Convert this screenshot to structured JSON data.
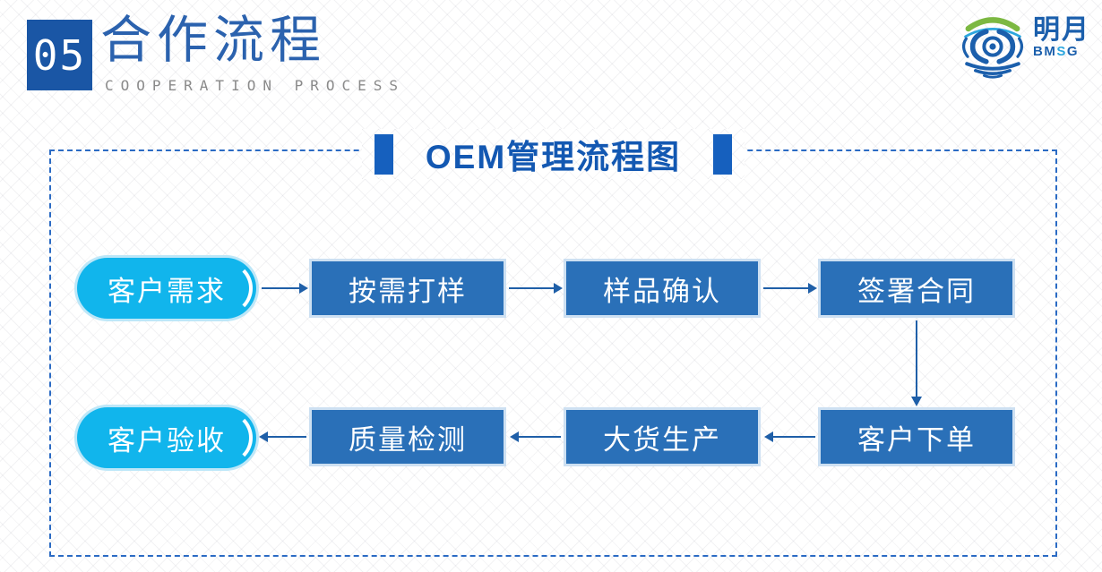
{
  "slide": {
    "section_number": "05",
    "section_title": "合作流程",
    "section_subtitle": "COOPERATION PROCESS"
  },
  "logo": {
    "name": "明月",
    "abbr_bm": "BM",
    "abbr_s": "S",
    "abbr_g": "G"
  },
  "flow": {
    "title": "OEM管理流程图",
    "row1": [
      {
        "label": "客户需求",
        "shape": "pill"
      },
      {
        "label": "按需打样",
        "shape": "rect"
      },
      {
        "label": "样品确认",
        "shape": "rect"
      },
      {
        "label": "签署合同",
        "shape": "rect"
      }
    ],
    "row2": [
      {
        "label": "客户验收",
        "shape": "pill"
      },
      {
        "label": "质量检测",
        "shape": "rect"
      },
      {
        "label": "大货生产",
        "shape": "rect"
      },
      {
        "label": "客户下单",
        "shape": "rect"
      }
    ]
  },
  "colors": {
    "rect_fill": "#2A70B8",
    "rect_border": "#CDE0F2",
    "pill_fill": "#11B5EC",
    "pill_glow": "#BDE7F8",
    "arrow": "#1F5FA8",
    "dashed_frame": "#2B6BC4",
    "section_box": "#1A56A5",
    "flow_title_text": "#1358B2",
    "title_bar": "#1660BE",
    "subtitle_gray": "#8A8A8A",
    "logo_blue": "#1B5FAC",
    "logo_green": "#7CB842",
    "logo_cyan": "#2BA6DE"
  }
}
